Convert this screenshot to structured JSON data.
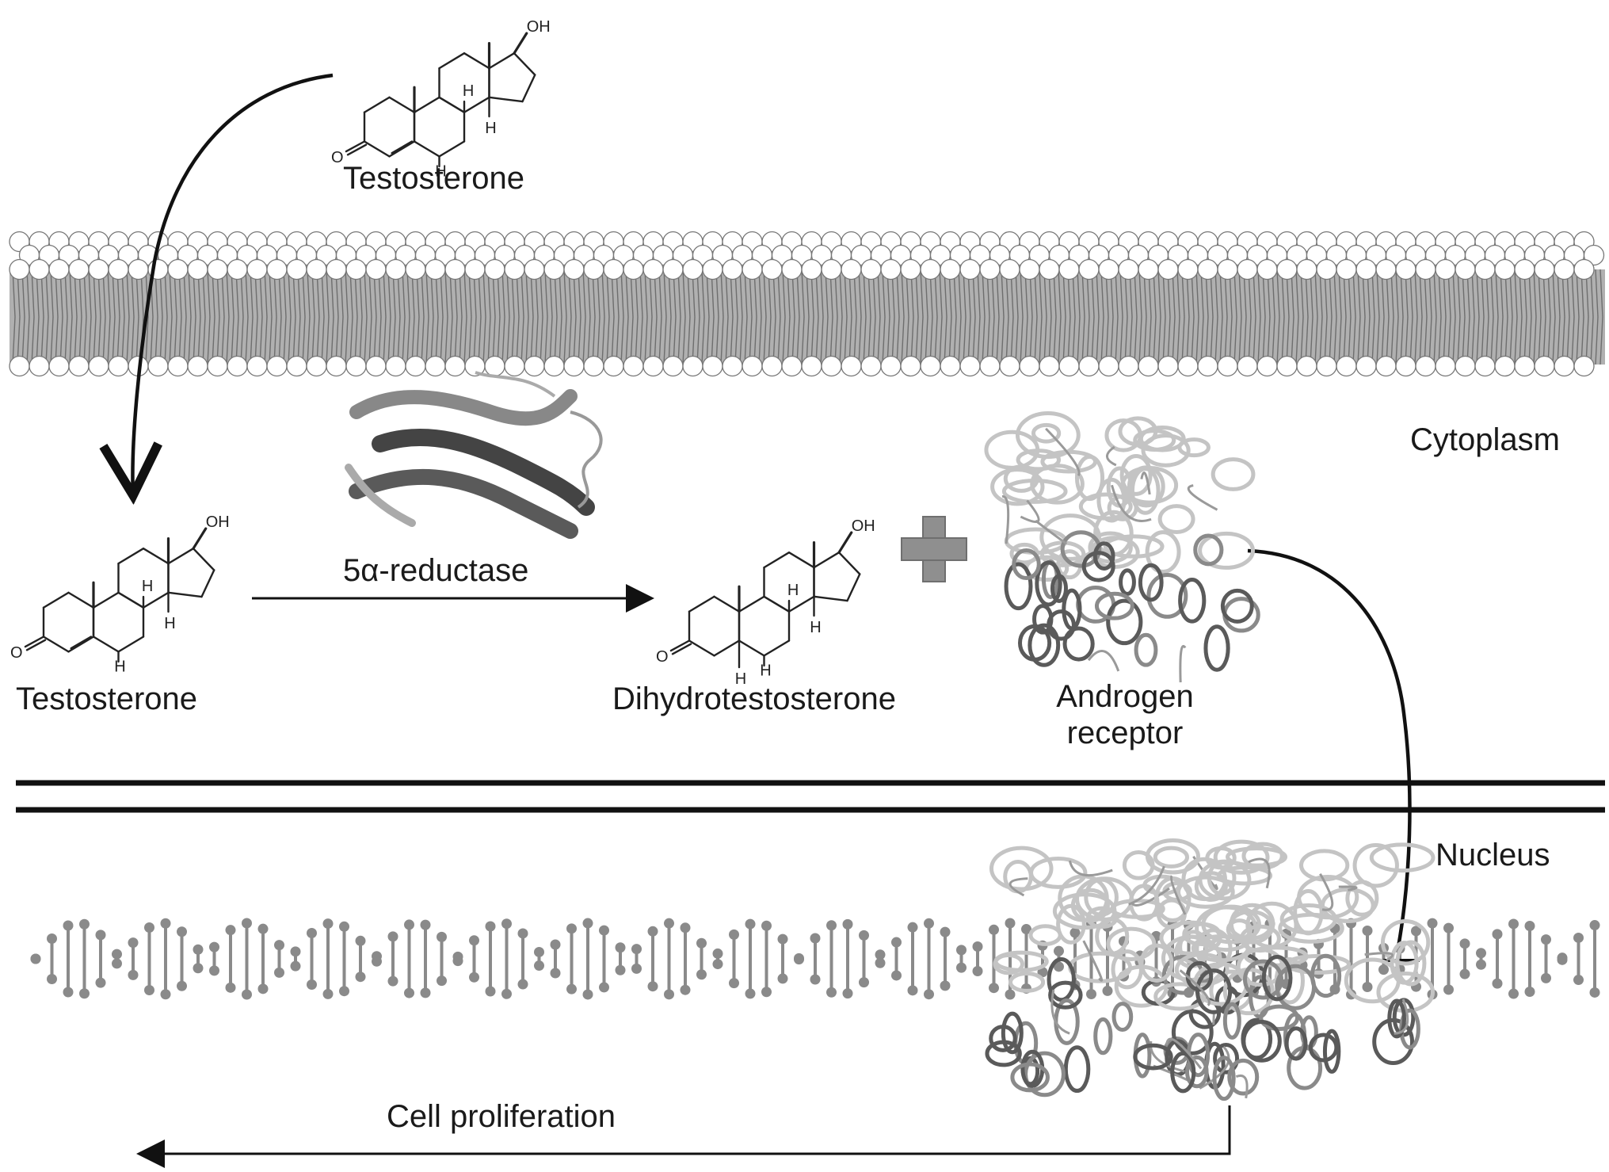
{
  "labels": {
    "testosterone_top": "Testosterone",
    "testosterone_left": "Testosterone",
    "enzyme": "5α-reductase",
    "dht": "Dihydrotestosterone",
    "receptor_line1": "Androgen",
    "receptor_line2": "receptor",
    "cytoplasm": "Cytoplasm",
    "nucleus": "Nucleus",
    "proliferation": "Cell proliferation"
  },
  "atoms": {
    "hydroxyl": "OH",
    "oxygen": "O",
    "hydrogen": "H"
  },
  "colors": {
    "ink": "#111111",
    "membrane_head": "#ffffff",
    "membrane_tail": "#8a8a8a",
    "dna": "#8a8a8a",
    "plus": "#8f8f8f",
    "protein_dark": "#555555",
    "protein_light": "#bdbdbd"
  }
}
